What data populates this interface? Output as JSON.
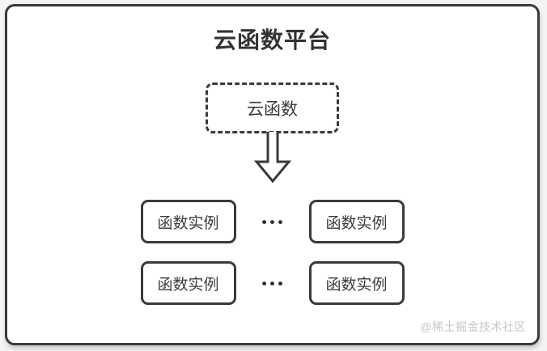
{
  "diagram": {
    "title": "云函数平台",
    "cloud_function": {
      "label": "云函数"
    },
    "ellipsis": "•••",
    "instances": [
      "函数实例",
      "函数实例",
      "函数实例",
      "函数实例"
    ],
    "watermark": "@稀土掘金技术社区",
    "colors": {
      "border": "#3a3a3a",
      "text": "#333333",
      "watermark": "#c6c6c6",
      "background": "#ffffff"
    }
  }
}
